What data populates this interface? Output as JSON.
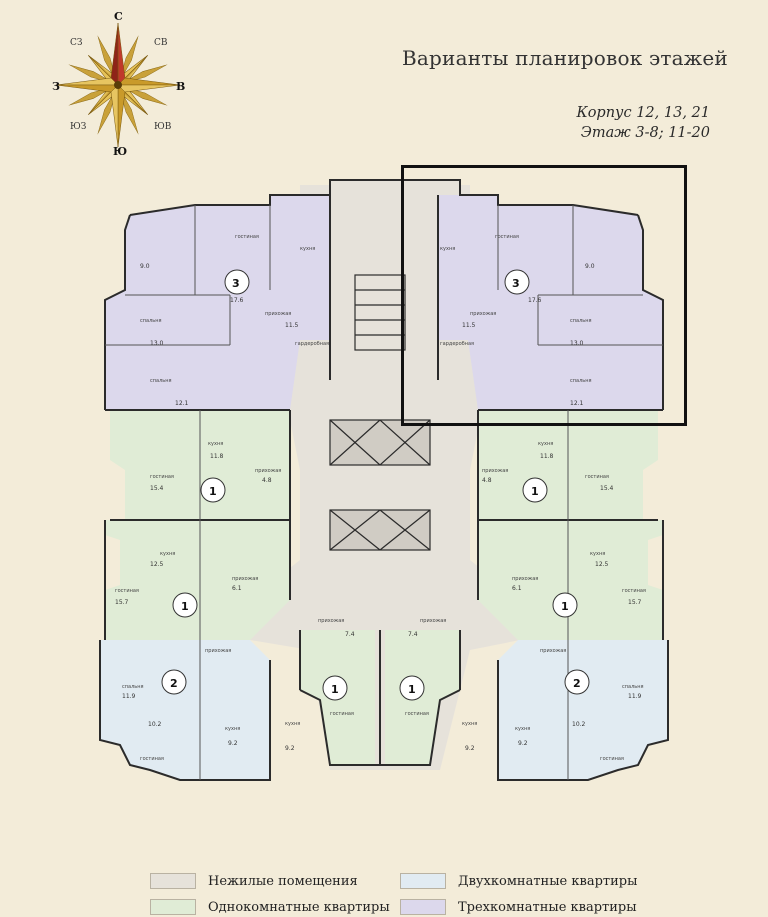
{
  "compass": {
    "n": "С",
    "s": "Ю",
    "e": "В",
    "w": "З",
    "ne": "СВ",
    "nw": "СЗ",
    "se": "ЮВ",
    "sw": "ЮЗ"
  },
  "title": "Варианты планировок этажей",
  "subtitle": {
    "line1": "Корпус 12, 13, 21",
    "line2": "Этаж 3-8; 11-20"
  },
  "colors": {
    "non_residential": "#e6e2da",
    "one_room": "#e0ecd6",
    "two_room": "#e1ebf2",
    "three_room": "#dcd8ec",
    "walls": "#2b2b2b"
  },
  "legend": [
    {
      "label": "Нежилые помещения",
      "color": "#e6e2da"
    },
    {
      "label": "Двухкомнатные квартиры",
      "color": "#e1ebf2"
    },
    {
      "label": "Однокомнатные квартиры",
      "color": "#e0ecd6"
    },
    {
      "label": "Трехкомнатные квартиры",
      "color": "#dcd8ec"
    }
  ],
  "plan": {
    "room_labels": {
      "living": "гостиная",
      "kitchen": "кухня",
      "bedroom": "спальня",
      "hall": "прихожая",
      "wardrobe": "гардеробная"
    },
    "apartments": [
      {
        "rooms": "3",
        "areas": [
          "17.6",
          "9.0",
          "13.0",
          "12.1",
          "11.5"
        ]
      },
      {
        "rooms": "3",
        "areas": [
          "17.6",
          "9.0",
          "13.0",
          "12.1",
          "11.5"
        ]
      },
      {
        "rooms": "1",
        "areas": [
          "15.4",
          "11.8",
          "4.8"
        ]
      },
      {
        "rooms": "1",
        "areas": [
          "15.4",
          "11.8",
          "4.8"
        ]
      },
      {
        "rooms": "1",
        "areas": [
          "15.7",
          "12.5",
          "6.1"
        ]
      },
      {
        "rooms": "1",
        "areas": [
          "15.7",
          "12.5",
          "6.1"
        ]
      },
      {
        "rooms": "2",
        "areas": [
          "11.9",
          "10.2",
          "9.2"
        ]
      },
      {
        "rooms": "2",
        "areas": [
          "11.9",
          "10.2",
          "9.2"
        ]
      },
      {
        "rooms": "1",
        "areas": [
          "9.2",
          "7.4"
        ]
      },
      {
        "rooms": "1",
        "areas": [
          "9.2",
          "7.4"
        ]
      }
    ]
  }
}
